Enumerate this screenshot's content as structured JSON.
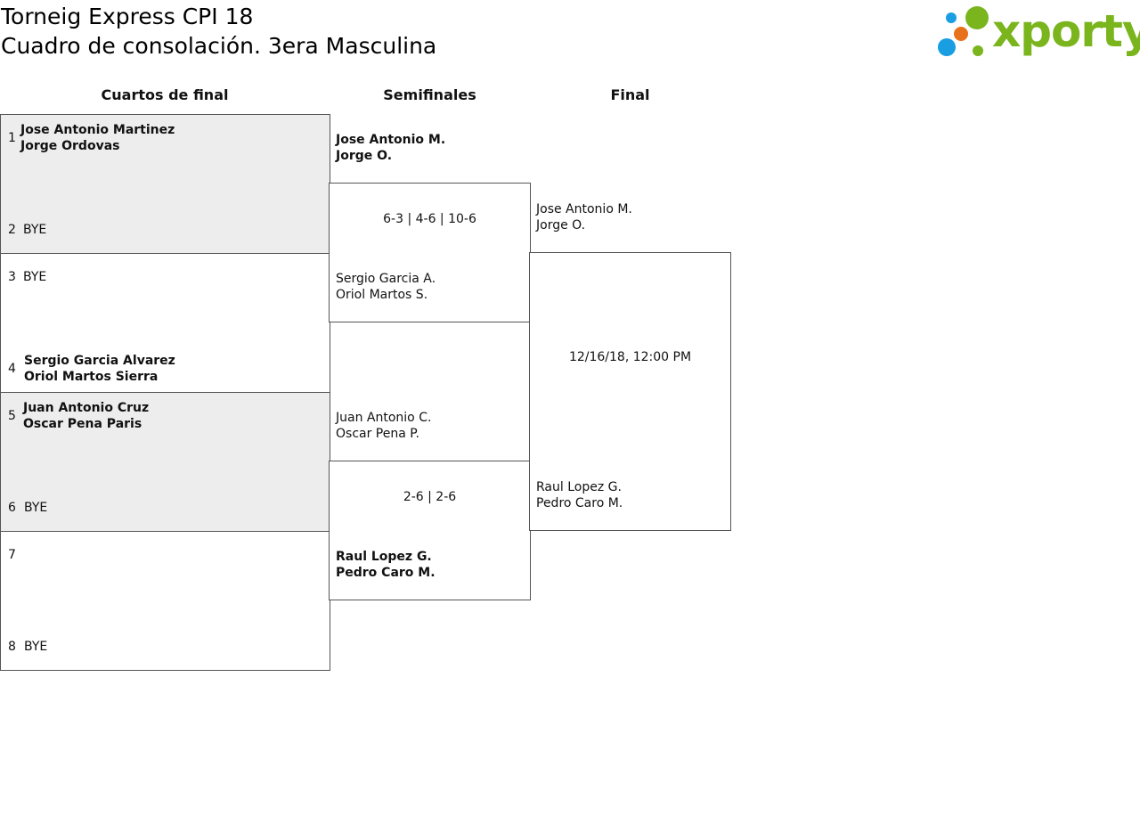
{
  "header": {
    "title_line1": "Torneig Express CPI 18",
    "title_line2": "Cuadro de consolación. 3era Masculina",
    "logo_text": "xporty",
    "logo_colors": {
      "green": "#7ab51d",
      "blue": "#1a9ee2",
      "orange": "#e8711c"
    }
  },
  "rounds": {
    "quarterfinals": "Cuartos de final",
    "semifinals": "Semifinales",
    "final": "Final"
  },
  "quarterfinals": [
    {
      "seed": "1",
      "line1": "Jose Antonio Martinez",
      "line2": "Jorge Ordovas"
    },
    {
      "seed": "2",
      "line1": "BYE",
      "line2": ""
    },
    {
      "seed": "3",
      "line1": "BYE",
      "line2": ""
    },
    {
      "seed": "4",
      "line1": "Sergio Garcia Alvarez",
      "line2": "Oriol Martos Sierra"
    },
    {
      "seed": "5",
      "line1": "Juan Antonio Cruz",
      "line2": "Oscar Pena Paris"
    },
    {
      "seed": "6",
      "line1": "BYE",
      "line2": ""
    },
    {
      "seed": "7",
      "line1": "",
      "line2": ""
    },
    {
      "seed": "8",
      "line1": "BYE",
      "line2": ""
    }
  ],
  "semifinals": [
    {
      "line1": "Jose Antonio M.",
      "line2": "Jorge O."
    },
    {
      "line1": "Sergio Garcia A.",
      "line2": "Oriol Martos S."
    },
    {
      "line1": "Juan Antonio C.",
      "line2": "Oscar Pena P."
    },
    {
      "line1": "Raul Lopez G.",
      "line2": "Pedro Caro M."
    }
  ],
  "sf_scores": [
    "6-3 | 4-6 | 10-6",
    "2-6 | 2-6"
  ],
  "final": {
    "top": {
      "line1": "Jose Antonio M.",
      "line2": "Jorge O."
    },
    "bottom": {
      "line1": "Raul Lopez G.",
      "line2": "Pedro Caro M."
    },
    "datetime": "12/16/18, 12:00 PM"
  }
}
